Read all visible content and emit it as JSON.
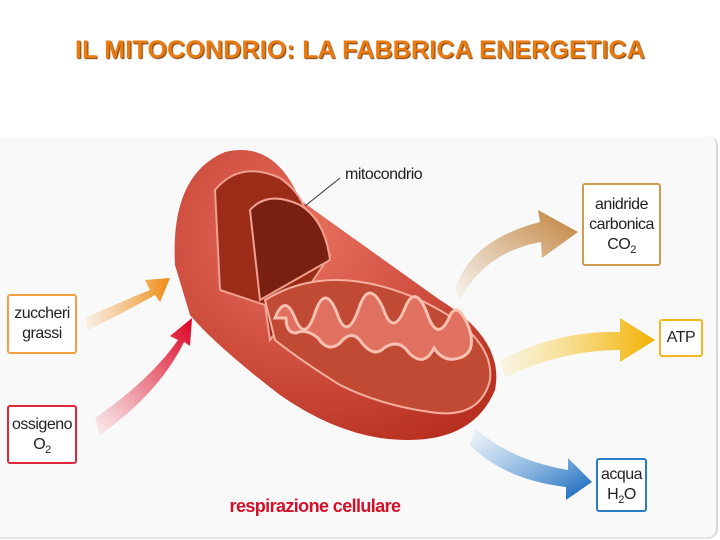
{
  "title": "IL MITOCONDRIO: LA FABBRICA ENERGETICA",
  "diagram": {
    "organelle_label": "mitocondrio",
    "caption": "respirazione cellulare",
    "inputs": [
      {
        "line1": "zuccheri",
        "line2": "grassi",
        "color": "#f0a040"
      },
      {
        "line1": "ossigeno",
        "formula_base": "O",
        "formula_sub": "2",
        "color": "#e0283c"
      }
    ],
    "outputs": [
      {
        "line1": "anidride",
        "line2": "carbonica",
        "formula_base": "CO",
        "formula_sub": "2",
        "color": "#d09a50"
      },
      {
        "line1": "ATP",
        "color": "#f0b820"
      },
      {
        "line1": "acqua",
        "formula_base": "H",
        "formula_sub": "2",
        "formula_rest": "O",
        "color": "#2a7cc8"
      }
    ]
  }
}
